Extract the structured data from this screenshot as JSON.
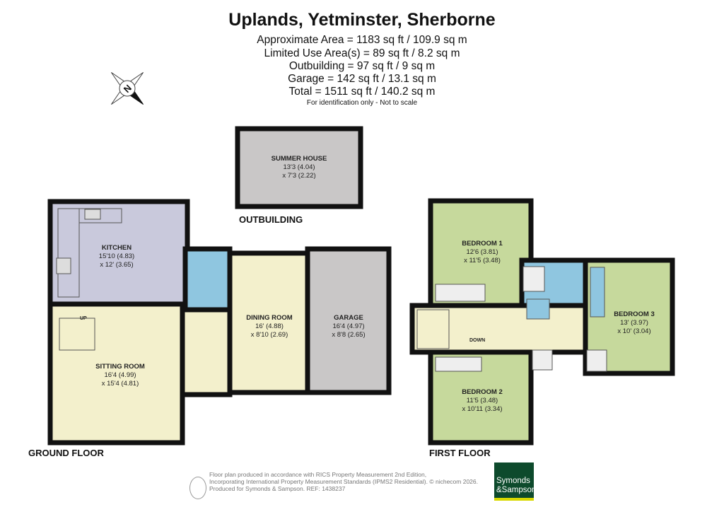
{
  "header": {
    "title": "Uplands, Yetminster, Sherborne",
    "areas": [
      "Approximate Area = 1183 sq ft / 109.9 sq m",
      "Limited Use Area(s) = 89 sq ft / 8.2 sq m",
      "Outbuilding = 97 sq ft / 9 sq m",
      "Garage = 142 sq ft / 13.1 sq m",
      "Total = 1511 sq ft / 140.2 sq m"
    ],
    "note": "For identification only - Not to scale"
  },
  "compass": {
    "label": "N",
    "icon": "compass-rose-icon"
  },
  "floors": {
    "ground": "GROUND FLOOR",
    "first": "FIRST FLOOR",
    "outbuilding": "OUTBUILDING"
  },
  "rooms": {
    "summer_house": {
      "name": "SUMMER HOUSE",
      "d1": "13'3 (4.04)",
      "d2": "x 7'3 (2.22)"
    },
    "kitchen": {
      "name": "KITCHEN",
      "d1": "15'10 (4.83)",
      "d2": "x 12' (3.65)"
    },
    "sitting": {
      "name": "SITTING ROOM",
      "d1": "16'4 (4.99)",
      "d2": "x 15'4 (4.81)"
    },
    "dining": {
      "name": "DINING ROOM",
      "d1": "16' (4.88)",
      "d2": "x 8'10 (2.69)"
    },
    "garage": {
      "name": "GARAGE",
      "d1": "16'4 (4.97)",
      "d2": "x 8'8 (2.65)"
    },
    "bed1": {
      "name": "BEDROOM 1",
      "d1": "12'6 (3.81)",
      "d2": "x 11'5 (3.48)"
    },
    "bed2": {
      "name": "BEDROOM 2",
      "d1": "11'5 (3.48)",
      "d2": "x 10'11 (3.34)"
    },
    "bed3": {
      "name": "BEDROOM 3",
      "d1": "13' (3.97)",
      "d2": "x 10' (3.04)"
    }
  },
  "stairs": {
    "up": "UP",
    "down": "DOWN"
  },
  "colors": {
    "wall": "#111111",
    "living": "#f3f0cc",
    "kitchen": "#c9c9dc",
    "wet": "#8fc6e0",
    "bedroom": "#c6d99c",
    "garage": "#c9c7c7",
    "storage": "#eeeeee",
    "brand": "#0d4a2c"
  },
  "footer": {
    "lines": [
      "Floor plan produced in accordance with RICS Property Measurement 2nd Edition,",
      "Incorporating International Property Measurement Standards (IPMS2 Residential).   © nichecom 2026.",
      "Produced for Symonds & Sampson.   REF:  1438237"
    ],
    "logo": [
      "Symonds",
      "&Sampson"
    ]
  }
}
